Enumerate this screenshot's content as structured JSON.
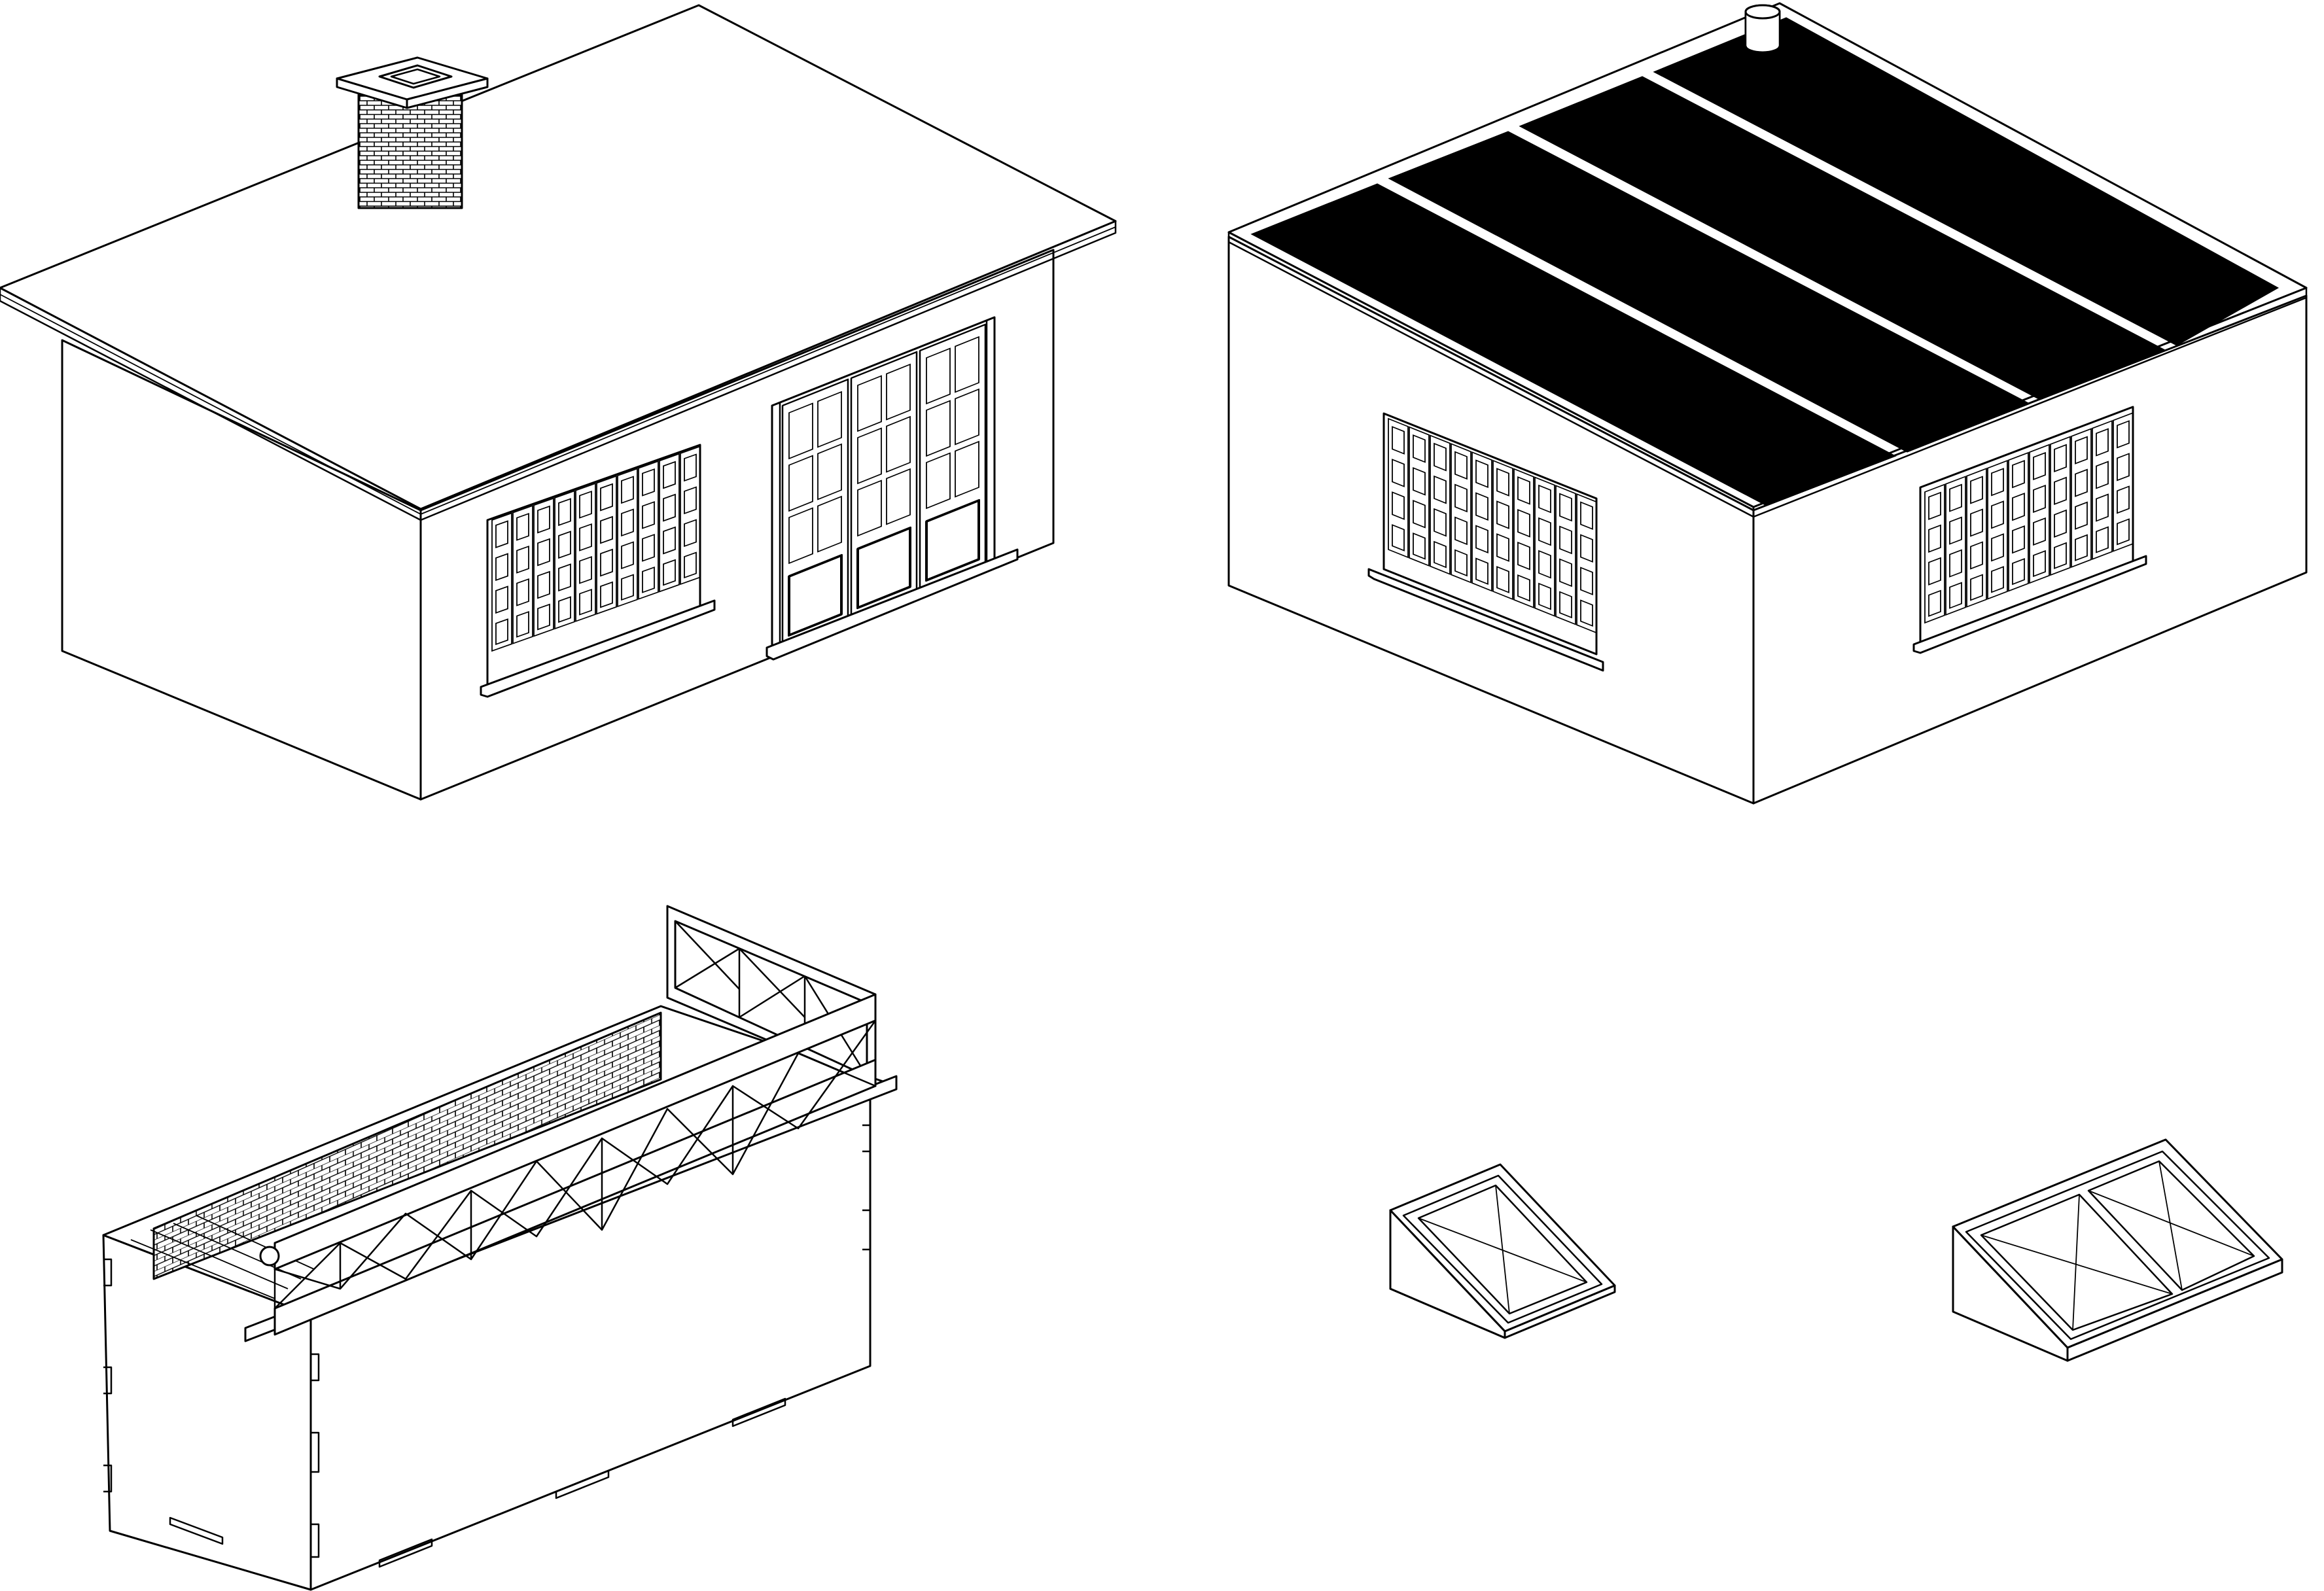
{
  "models": [
    {
      "id": "house-pitched-roof",
      "kind": "house with pitched roof and brick chimney"
    },
    {
      "id": "house-solar-roof",
      "kind": "house with dark roof panels and vent"
    },
    {
      "id": "balcony-module",
      "kind": "balcony box with truss railing and brick wall"
    },
    {
      "id": "skylight-single",
      "kind": "single pane roof skylight"
    },
    {
      "id": "skylight-double",
      "kind": "double pane roof skylight"
    }
  ],
  "colors": {
    "line": "#000000",
    "background": "#ffffff",
    "panel": "#000000"
  }
}
